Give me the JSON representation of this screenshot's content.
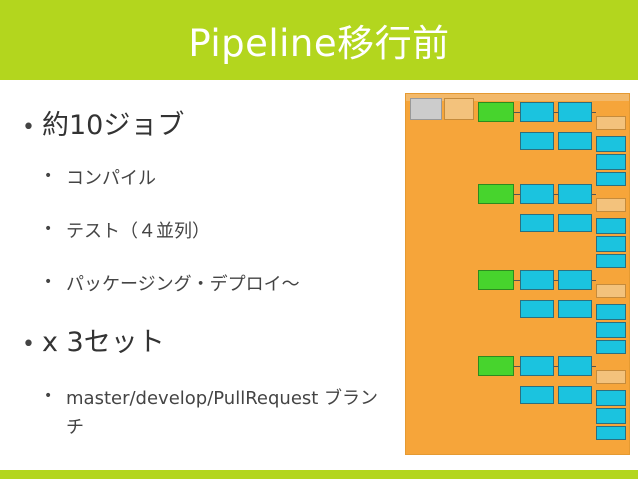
{
  "slide": {
    "title": "Pipeline移行前",
    "bullets": [
      {
        "level": 1,
        "text": "約10ジョブ"
      },
      {
        "level": 2,
        "text": "コンパイル"
      },
      {
        "level": 2,
        "text": "テスト（４並列）"
      },
      {
        "level": 2,
        "text": "パッケージング・デプロイ〜"
      },
      {
        "level": 1,
        "text": "x 3セット"
      },
      {
        "level": 2,
        "text": "master/develop/PullRequest ブランチ"
      }
    ],
    "bullet_glyph": "•"
  },
  "colors": {
    "accent": "#b3d61e",
    "pipeline_background": "#f6a53a",
    "job_cyan": "#1bc3df",
    "job_green": "#47d42d",
    "job_pale": "#f3c27c"
  }
}
